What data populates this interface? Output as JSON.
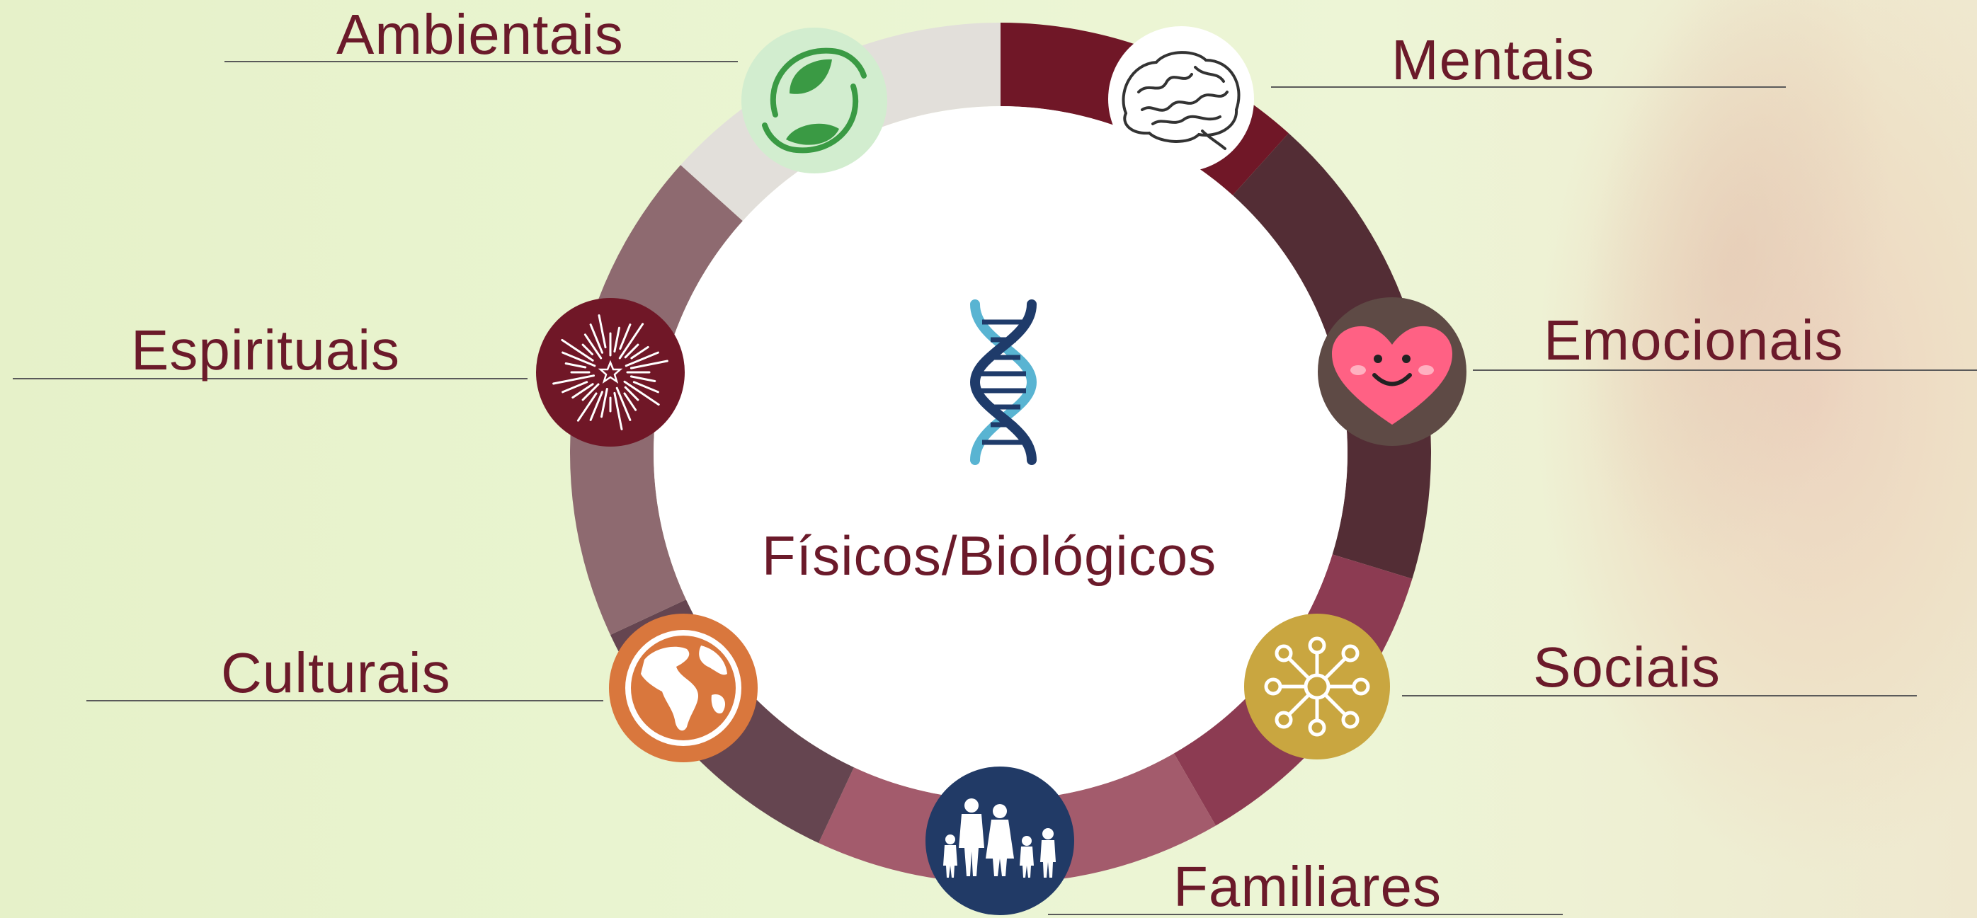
{
  "diagram": {
    "center_label": "Físicos/Biológicos",
    "factors": [
      {
        "id": "mentais",
        "label": "Mentais",
        "icon": "brain-icon"
      },
      {
        "id": "emocionais",
        "label": "Emocionais",
        "icon": "heart-smile-icon"
      },
      {
        "id": "sociais",
        "label": "Sociais",
        "icon": "network-icon"
      },
      {
        "id": "familiares",
        "label": "Familiares",
        "icon": "family-icon"
      },
      {
        "id": "culturais",
        "label": "Culturais",
        "icon": "globe-icon"
      },
      {
        "id": "espirituais",
        "label": "Espirituais",
        "icon": "sparkle-burst-icon"
      },
      {
        "id": "ambientais",
        "label": "Ambientais",
        "icon": "leaf-cycle-icon"
      }
    ],
    "colors": {
      "label_text": "#6b1a2a",
      "ring_mentais": "#701727",
      "ring_emocionais": "#532d35",
      "ring_sociais": "#8c3b52",
      "ring_familiares": "#a35b6c",
      "ring_culturais": "#654550",
      "ring_espirituais": "#8e6a70",
      "ring_ambientais": "#e2dfda",
      "icon_emocionais_bg": "#5e4a45",
      "icon_sociais_bg": "#c9a640",
      "icon_familiares_bg": "#213a66",
      "icon_culturais_bg": "#d9773d",
      "icon_espirituais_bg": "#701727",
      "icon_ambientais_bg": "#d2edcf",
      "dna_dark": "#1f3b6a",
      "dna_light": "#59b4d2"
    }
  }
}
